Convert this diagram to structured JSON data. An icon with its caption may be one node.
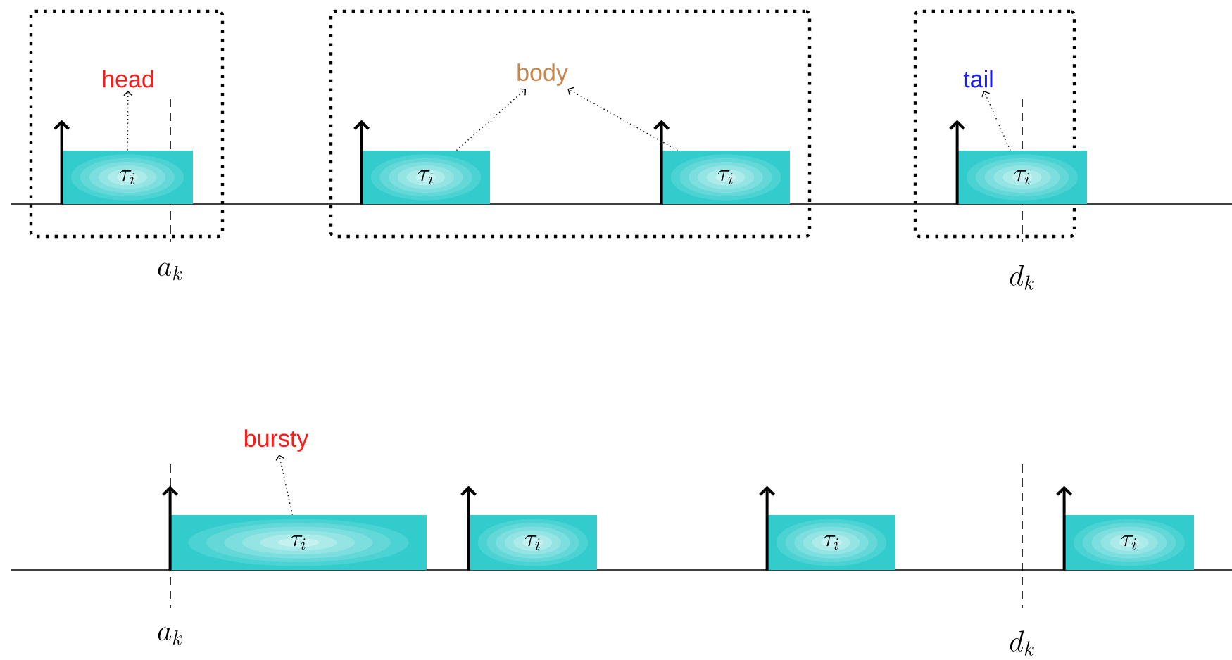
{
  "diagram": {
    "nodes": [
      {
        "text": [],
        "shape": "box"
      },
      {
        "text": [
          "head"
        ],
        "in": 0
      },
      {
        "text": [
          "\\tau_i"
        ],
        "in": 0
      },
      {
        "text": [],
        "shape": "box"
      },
      {
        "text": [
          "body"
        ],
        "in": 3
      },
      {
        "text": [
          "\\tau_i"
        ],
        "in": 3
      },
      {
        "text": [
          "\\tau_i"
        ],
        "in": 3
      },
      {
        "text": [],
        "shape": "box"
      },
      {
        "text": [
          "tail"
        ],
        "in": 7
      },
      {
        "text": [
          "\\tau_i"
        ]
      },
      {
        "text": [
          "bursty"
        ]
      },
      {
        "text": [
          "\\tau_i"
        ]
      },
      {
        "text": [
          "\\tau_i"
        ]
      },
      {
        "text": [
          "\\tau_i"
        ]
      },
      {
        "text": [
          "\\tau_i"
        ]
      }
    ],
    "edges": [
      {
        "from": 2,
        "to": 1,
        "arrow": "to"
      },
      {
        "from": 5,
        "to": 4,
        "arrow": "to"
      },
      {
        "from": 6,
        "to": 4,
        "arrow": "to"
      },
      {
        "from": 9,
        "to": 8,
        "arrow": "to"
      },
      {
        "from": 11,
        "to": 10,
        "arrow": "to"
      }
    ],
    "labels": [
      "a_k",
      "d_k",
      "a_k",
      "d_k"
    ]
  }
}
